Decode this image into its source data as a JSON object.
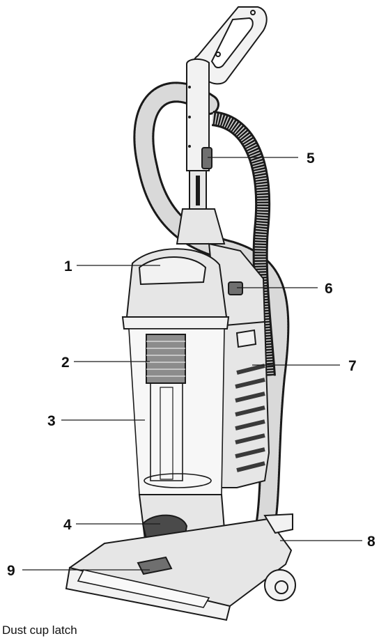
{
  "callouts": [
    {
      "id": "1",
      "label": "1"
    },
    {
      "id": "2",
      "label": "2"
    },
    {
      "id": "3",
      "label": "3"
    },
    {
      "id": "4",
      "label": "4"
    },
    {
      "id": "5",
      "label": "5"
    },
    {
      "id": "6",
      "label": "6"
    },
    {
      "id": "7",
      "label": "7"
    },
    {
      "id": "8",
      "label": "8"
    },
    {
      "id": "9",
      "label": "9"
    }
  ],
  "caption": "Dust cup latch",
  "colors": {
    "line": "#1a1a1a",
    "body": "#e6e6e6",
    "dark": "#6f6f6f"
  }
}
